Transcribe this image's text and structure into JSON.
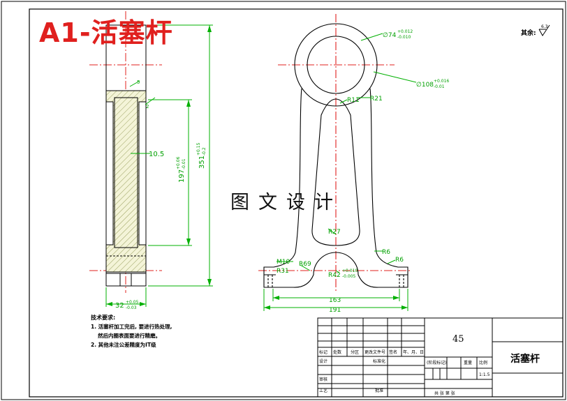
{
  "title": "A1-活塞杆",
  "watermark": "图文设计",
  "roughness": {
    "label": "其余:",
    "value": "6.3"
  },
  "dimensions": {
    "d74": "∅74",
    "d74_tol_upper": "+0.012",
    "d74_tol_lower": "-0.010",
    "d108": "∅108",
    "d108_tol_upper": "+0.016",
    "d108_tol_lower": "-0.01",
    "r11": "R11",
    "r21": "R21",
    "r27": "R27",
    "r6_a": "R6",
    "r6_b": "R6",
    "m10": "M10",
    "r69": "R69",
    "r31": "R31",
    "r42": "R42",
    "r42_tol_upper": "+0.010",
    "r42_tol_lower": "-0.005",
    "w163": "163",
    "w191": "191",
    "h351": "351",
    "h351_tol_upper": "+0.15",
    "h351_tol_lower": "-0.2",
    "h197": "197",
    "h197_tol_upper": "+0.06",
    "h197_tol_lower": "-0.01",
    "w32": "32",
    "w32_tol_upper": "+0.05",
    "w32_tol_lower": "-0.03",
    "t10_5": "10.5",
    "angle_5": "5",
    "small_2": "2"
  },
  "notes": {
    "heading": "技术要求:",
    "line1": "1. 活塞杆加工完后, 要进行热处理,",
    "line2": "然后内圈表面要进行精磨。",
    "line3": "2. 其他未注公差精度为IT级"
  },
  "title_block": {
    "material": "45",
    "part_name": "活塞杆",
    "scale": "1:1.5",
    "h_mark": "标记",
    "h_count": "处数",
    "h_zone": "分区",
    "h_docno": "更改文件号",
    "h_sign": "签名",
    "h_date": "年、月、日",
    "h_design": "设计",
    "h_std": "标准化",
    "h_stage": "(阶段标记)",
    "h_weight": "重量",
    "h_ratio": "比例",
    "h_review": "审核",
    "h_process": "工艺",
    "h_approve": "批准",
    "h_sheets": "共    张    第    张"
  }
}
